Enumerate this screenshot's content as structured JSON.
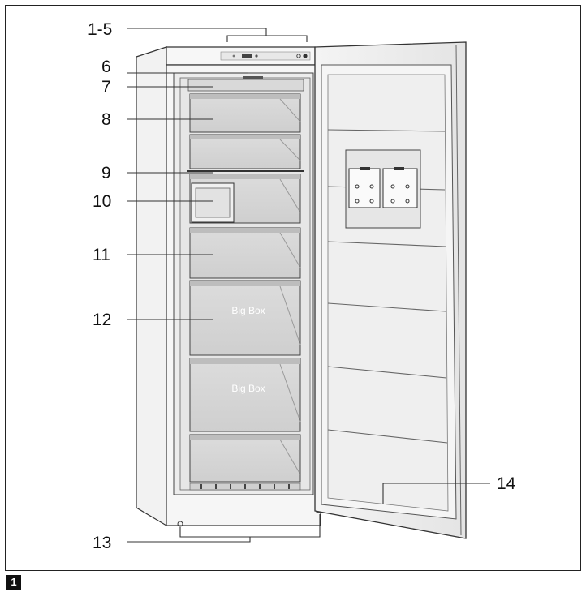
{
  "figure_number": "1",
  "callouts": {
    "c1_5": "1-5",
    "c6": "6",
    "c7": "7",
    "c8": "8",
    "c9": "9",
    "c10": "10",
    "c11": "11",
    "c12": "12",
    "c13": "13",
    "c14": "14"
  },
  "drawer_labels": {
    "big_box_upper": "Big Box",
    "big_box_lower": "Big Box"
  }
}
